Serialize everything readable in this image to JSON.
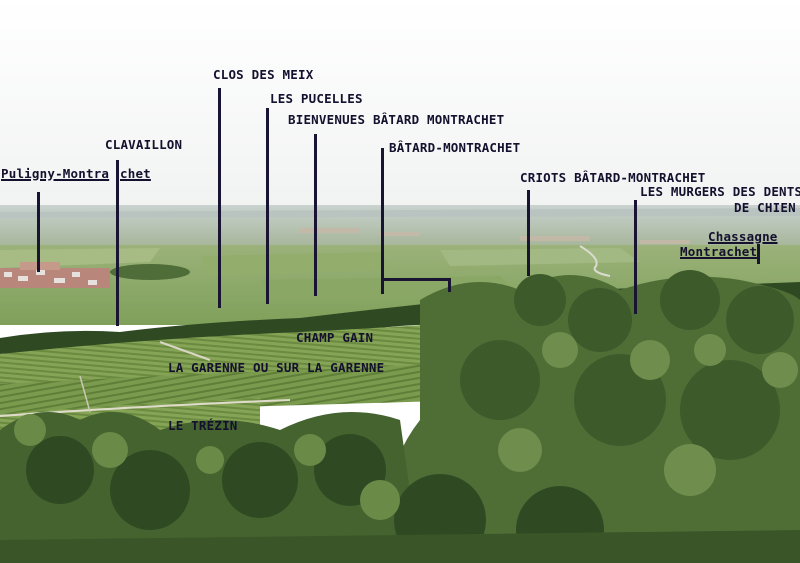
{
  "labels": {
    "puligny": "Puligny-Montra",
    "puligny_end": "chet",
    "clavaillon": "CLAVAILLON",
    "clos_des_meix": "CLOS DES MEIX",
    "les_pucelles": "LES PUCELLES",
    "bienvenues": "BIENVENUES BÂTARD MONTRACHET",
    "batard": "BÂTARD-MONTRACHET",
    "criots": "CRIOTS BÂTARD-MONTRACHET",
    "murgers_1": "LES MURGERS DES DENTS",
    "murgers_2": "DE CHIEN",
    "chassagne": "Chassagne",
    "montrachet": "Montrachet",
    "champ_gain": "CHAMP GAIN",
    "la_garenne": "LA GARENNE OU SUR LA GARENNE",
    "le_trezin": "LE TRÉZIN"
  },
  "colors": {
    "sky": "#ffffff",
    "ink": "#14102e",
    "field_green": "#7fa05a",
    "vine_green": "#6e8f45",
    "forest_dark": "#2f4a23",
    "foreground_green": "#4e6e36"
  }
}
